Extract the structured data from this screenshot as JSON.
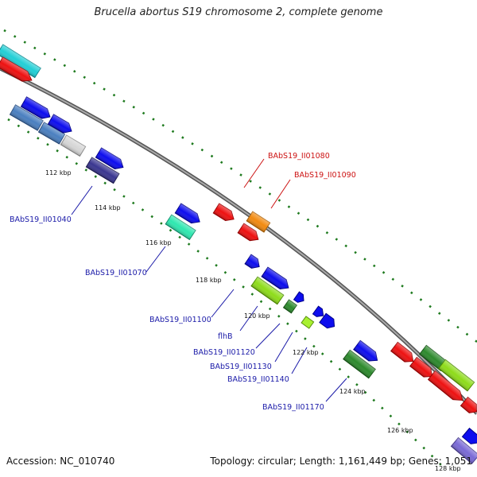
{
  "title": "Brucella abortus S19 chromosome 2, complete genome",
  "accession": "Accession: NC_010740",
  "topology": "Topology: circular; Length: 1,161,449 bp; Genes: 1,051",
  "colors": {
    "backbone": "#8c8c8c",
    "tick": "#1e7a1e",
    "forward_label": "#1a1aa8",
    "reverse_label": "#cc1111"
  },
  "scale_labels": [
    "112 kbp",
    "114 kbp",
    "116 kbp",
    "118 kbp",
    "120 kbp",
    "122 kbp",
    "124 kbp",
    "126 kbp",
    "128 kbp"
  ],
  "gene_labels": [
    {
      "text": "BAbS19_II01080",
      "strand": "reverse"
    },
    {
      "text": "BAbS19_II01090",
      "strand": "reverse"
    },
    {
      "text": "BAbS19_II01040",
      "strand": "forward"
    },
    {
      "text": "BAbS19_II01070",
      "strand": "forward"
    },
    {
      "text": "BAbS19_II01100",
      "strand": "forward"
    },
    {
      "text": "flhB",
      "strand": "forward"
    },
    {
      "text": "BAbS19_II01120",
      "strand": "forward"
    },
    {
      "text": "BAbS19_II01130",
      "strand": "forward"
    },
    {
      "text": "BAbS19_II01140",
      "strand": "forward"
    },
    {
      "text": "BAbS19_II01170",
      "strand": "forward"
    }
  ]
}
